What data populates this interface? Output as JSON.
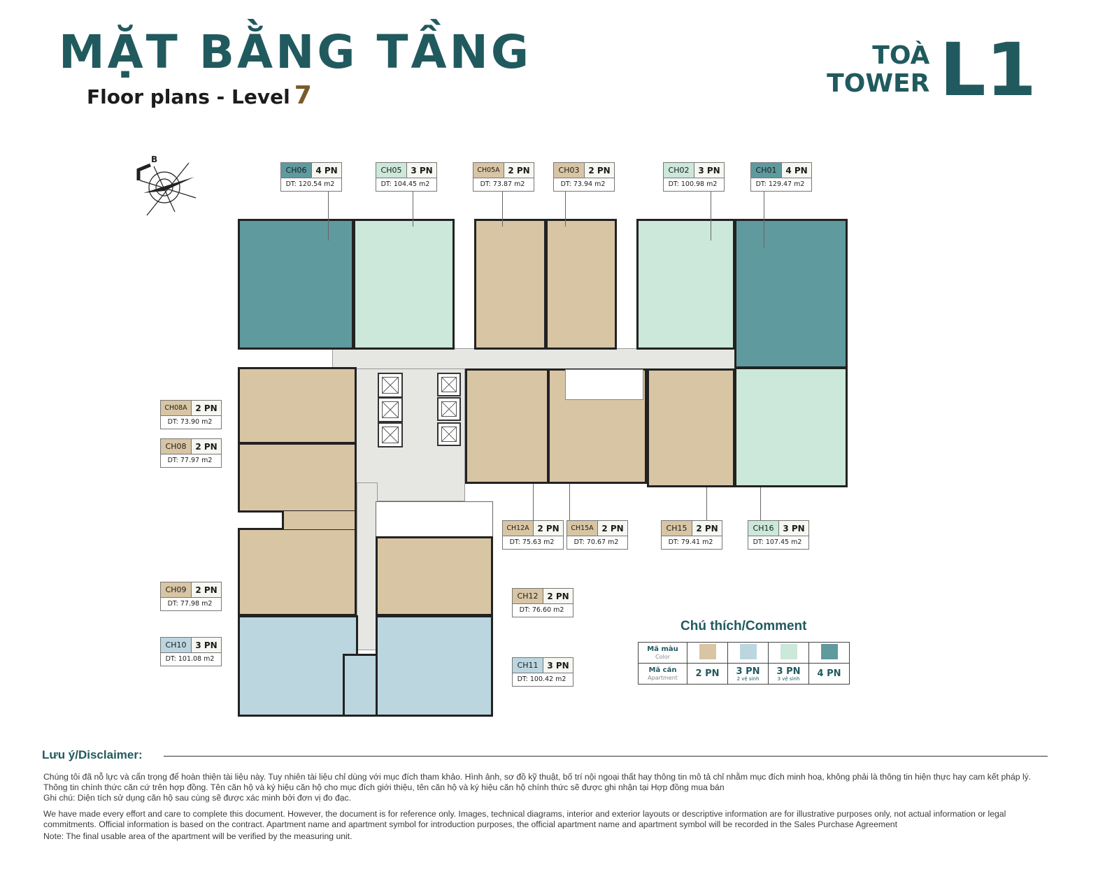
{
  "header": {
    "title": "MẶT BẰNG TẦNG",
    "subtitle": "Floor plans - Level",
    "level": "7",
    "tower_line1": "TOÀ",
    "tower_line2": "TOWER",
    "tower_code": "L1"
  },
  "compass": {
    "label": "B"
  },
  "colors": {
    "2pn": "#d8c5a4",
    "3pn_2vs": "#bcd6e0",
    "3pn_3vs": "#cbe8da",
    "4pn": "#5e9a9e",
    "title": "#215a5e"
  },
  "units": [
    {
      "id": "CH06",
      "pn": "4 PN",
      "dt": "DT:",
      "area": "120.54 m2",
      "type": "teal"
    },
    {
      "id": "CH05",
      "pn": "3 PN",
      "dt": "DT:",
      "area": "104.45 m2",
      "type": "mint"
    },
    {
      "id": "CH05A",
      "pn": "2 PN",
      "dt": "DT:",
      "area": "73.87 m2",
      "type": "tan"
    },
    {
      "id": "CH03",
      "pn": "2 PN",
      "dt": "DT:",
      "area": "73.94 m2",
      "type": "tan"
    },
    {
      "id": "CH02",
      "pn": "3 PN",
      "dt": "DT:",
      "area": "100.98 m2",
      "type": "mint"
    },
    {
      "id": "CH01",
      "pn": "4 PN",
      "dt": "DT:",
      "area": "129.47 m2",
      "type": "teal"
    },
    {
      "id": "CH08A",
      "pn": "2 PN",
      "dt": "DT:",
      "area": "73.90 m2",
      "type": "tan"
    },
    {
      "id": "CH08",
      "pn": "2 PN",
      "dt": "DT:",
      "area": "77.97 m2",
      "type": "tan"
    },
    {
      "id": "CH12A",
      "pn": "2 PN",
      "dt": "DT:",
      "area": "75.63 m2",
      "type": "tan"
    },
    {
      "id": "CH15A",
      "pn": "2 PN",
      "dt": "DT:",
      "area": "70.67 m2",
      "type": "tan"
    },
    {
      "id": "CH15",
      "pn": "2 PN",
      "dt": "DT:",
      "area": "79.41 m2",
      "type": "tan"
    },
    {
      "id": "CH16",
      "pn": "3 PN",
      "dt": "DT:",
      "area": "107.45 m2",
      "type": "mint"
    },
    {
      "id": "CH09",
      "pn": "2 PN",
      "dt": "DT:",
      "area": "77.98 m2",
      "type": "tan"
    },
    {
      "id": "CH12",
      "pn": "2 PN",
      "dt": "DT:",
      "area": "76.60 m2",
      "type": "tan"
    },
    {
      "id": "CH10",
      "pn": "3 PN",
      "dt": "DT:",
      "area": "101.08 m2",
      "type": "blue"
    },
    {
      "id": "CH11",
      "pn": "3 PN",
      "dt": "DT:",
      "area": "100.42 m2",
      "type": "blue"
    }
  ],
  "legend": {
    "title": "Chú thích/Comment",
    "row1_label": "Mã màu",
    "row1_sub": "Color",
    "row2_label": "Mã căn",
    "row2_sub": "Apartment",
    "items": [
      {
        "label": "2 PN",
        "sub": ""
      },
      {
        "label": "3 PN",
        "sub": "2 vệ sinh"
      },
      {
        "label": "3 PN",
        "sub": "3 vệ sinh"
      },
      {
        "label": "4 PN",
        "sub": ""
      }
    ]
  },
  "disclaimer": {
    "heading": "Lưu ý/Disclaimer:",
    "vi_1": "Chúng tôi đã nỗ lực và cẩn trọng để hoàn thiện tài liệu này. Tuy nhiên tài liệu chỉ dùng với mục đích tham khảo. Hình ảnh, sơ đồ kỹ thuật, bố trí nội ngoại thất hay thông tin mô tả chỉ nhằm mục đích minh hoạ, không phải là thông tin hiện thực hay cam kết pháp lý. Thông tin chính thức căn cứ trên hợp đồng. Tên căn hộ và ký hiệu căn hộ cho mục đích giới thiệu, tên căn hộ và ký hiệu căn hộ chính thức sẽ được ghi nhận tại Hợp đồng mua bán",
    "vi_2": "Ghi chú: Diện tích sử dụng căn hộ sau cùng sẽ được xác minh bởi đơn vị đo đạc.",
    "en_1": "We have made every effort and care to complete this document. However, the document is for reference only. Images, technical diagrams, interior and exterior layouts or descriptive information are for illustrative purposes only, not actual information or legal commitments. Official information is based on the contract. Apartment name and apartment symbol for introduction purposes, the official apartment name and apartment symbol will be recorded in the Sales Purchase Agreement",
    "en_2": "Note: The final usable area of the apartment will be verified by the measuring unit."
  }
}
